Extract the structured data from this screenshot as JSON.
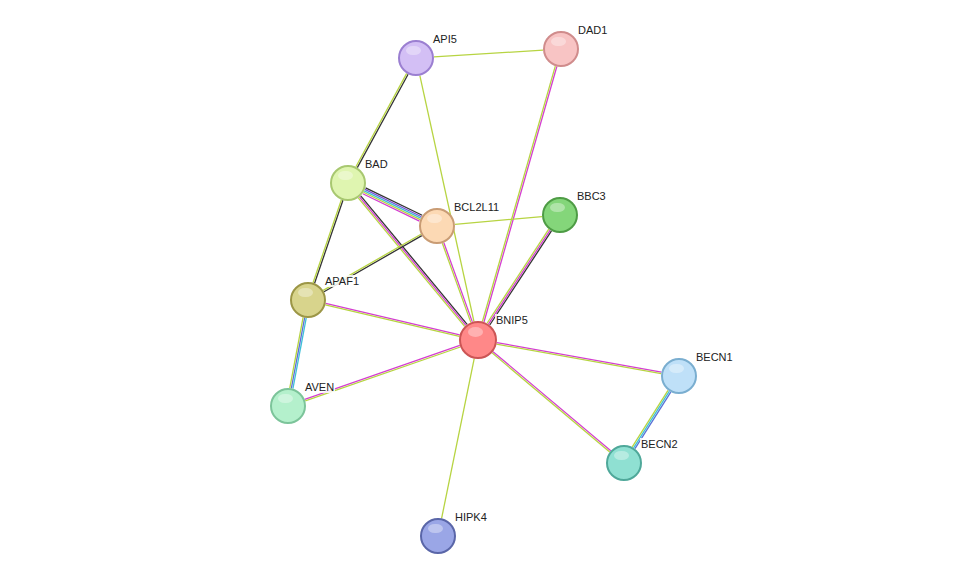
{
  "diagram": {
    "nodes": [
      {
        "text": [
          "API5"
        ]
      },
      {
        "text": [
          "DAD1"
        ]
      },
      {
        "text": [
          "BAD"
        ]
      },
      {
        "text": [
          "BBC3"
        ]
      },
      {
        "text": [
          "BCL2L11"
        ]
      },
      {
        "text": [
          "APAF1"
        ]
      },
      {
        "text": [
          "BNIP5"
        ]
      },
      {
        "text": [
          "BECN1"
        ]
      },
      {
        "text": [
          "AVEN"
        ]
      },
      {
        "text": [
          "BECN2"
        ]
      },
      {
        "text": [
          "HIPK4"
        ]
      }
    ],
    "edges": [
      {
        "from": 0,
        "to": 1,
        "arrow": "none"
      },
      {
        "from": 0,
        "to": 2,
        "arrow": "none"
      },
      {
        "from": 0,
        "to": 6,
        "arrow": "none"
      },
      {
        "from": 1,
        "to": 6,
        "arrow": "none"
      },
      {
        "from": 2,
        "to": 4,
        "arrow": "none"
      },
      {
        "from": 2,
        "to": 5,
        "arrow": "none"
      },
      {
        "from": 2,
        "to": 6,
        "arrow": "none"
      },
      {
        "from": 4,
        "to": 3,
        "arrow": "none"
      },
      {
        "from": 4,
        "to": 5,
        "arrow": "none"
      },
      {
        "from": 4,
        "to": 6,
        "arrow": "none"
      },
      {
        "from": 3,
        "to": 6,
        "arrow": "none"
      },
      {
        "from": 5,
        "to": 8,
        "arrow": "none"
      },
      {
        "from": 5,
        "to": 6,
        "arrow": "none"
      },
      {
        "from": 8,
        "to": 6,
        "arrow": "none"
      },
      {
        "from": 6,
        "to": 7,
        "arrow": "none"
      },
      {
        "from": 6,
        "to": 9,
        "arrow": "none"
      },
      {
        "from": 6,
        "to": 10,
        "arrow": "none"
      },
      {
        "from": 7,
        "to": 9,
        "arrow": "none"
      }
    ]
  }
}
